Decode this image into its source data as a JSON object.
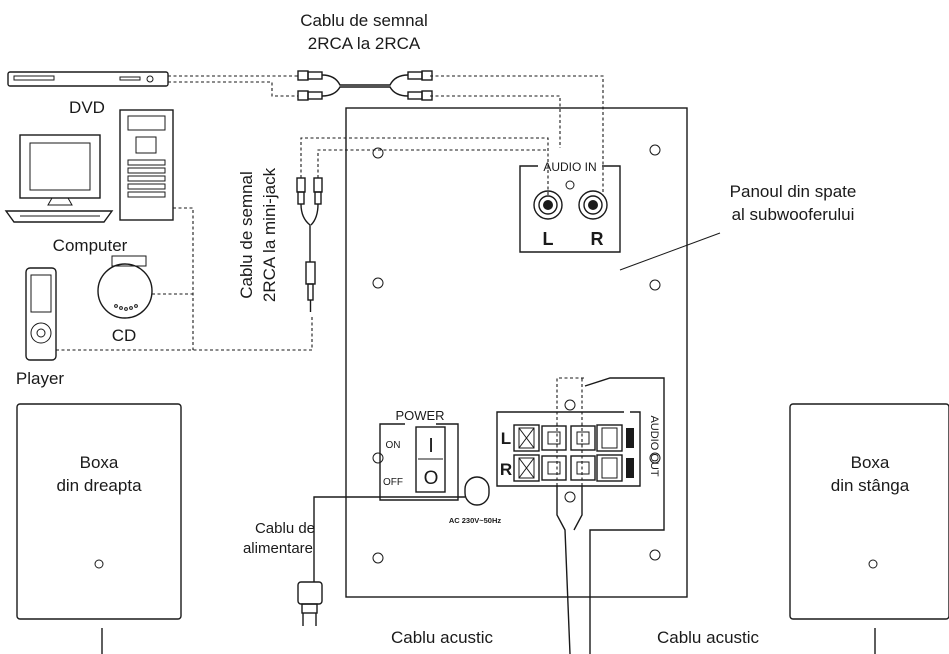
{
  "labels": {
    "rca_cable_line1": "Cablu de semnal",
    "rca_cable_line2": "2RCA la 2RCA",
    "dvd": "DVD",
    "computer": "Computer",
    "cd": "CD",
    "player": "Player",
    "minijack_line1": "Cablu de semnal",
    "minijack_line2": "2RCA la mini-jack",
    "rear_panel_line1": "Panoul din spate",
    "rear_panel_line2": "al subwooferului",
    "audio_in": "AUDIO IN",
    "left": "L",
    "right": "R",
    "power": "POWER",
    "on": "ON",
    "off": "OFF",
    "switch_on": "I",
    "switch_off": "O",
    "ac": "AC 230V~50Hz",
    "audio_out": "AUDIO OUT",
    "out_left": "L",
    "out_right": "R",
    "power_cable_line1": "Cablu de",
    "power_cable_line2": "alimentare",
    "right_speaker_line1": "Boxa",
    "right_speaker_line2": "din dreapta",
    "left_speaker_line1": "Boxa",
    "left_speaker_line2": "din stânga",
    "speaker_cable_left": "Cablu acustic",
    "speaker_cable_right": "Cablu acustic"
  }
}
